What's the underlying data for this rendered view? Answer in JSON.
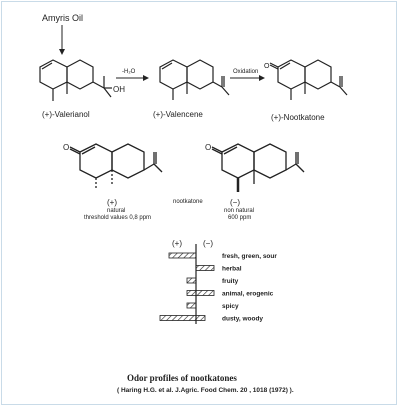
{
  "header": {
    "source_label": "Amyris Oil"
  },
  "scheme": {
    "reaction_1": "-H₂O",
    "reaction_2": "Oxidation",
    "compounds": [
      "(+)-Valerianol",
      "(+)-Valencene",
      "(+)-Nootkatone"
    ],
    "hydroxyl": "OH"
  },
  "isomers": {
    "center_label": "nootkatone",
    "natural": {
      "sign": "(+)",
      "line1": "natural",
      "line2": "threshold values  0,8 ppm"
    },
    "non_natural": {
      "sign": "(−)",
      "line1": "non natural",
      "line2": "600 ppm"
    }
  },
  "profile": {
    "header_plus": "(+)",
    "header_minus": "(−)",
    "bars": [
      {
        "label": "fresh, green, sour",
        "plus": 3,
        "minus": 0
      },
      {
        "label": "herbal",
        "plus": 0,
        "minus": 2
      },
      {
        "label": "fruity",
        "plus": 1,
        "minus": 0
      },
      {
        "label": "animal, erogenic",
        "plus": 1,
        "minus": 2
      },
      {
        "label": "spicy",
        "plus": 1,
        "minus": 0
      },
      {
        "label": "dusty, woody",
        "plus": 4,
        "minus": 1
      }
    ]
  },
  "caption": {
    "title": "Odor profiles of nootkatones",
    "reference": "( Haring H.G. et al.  J.Agric. Food Chem.  20 , 1018 (1972) )."
  },
  "colors": {
    "accent_border": "#c9dbe8",
    "ink": "#222222"
  }
}
